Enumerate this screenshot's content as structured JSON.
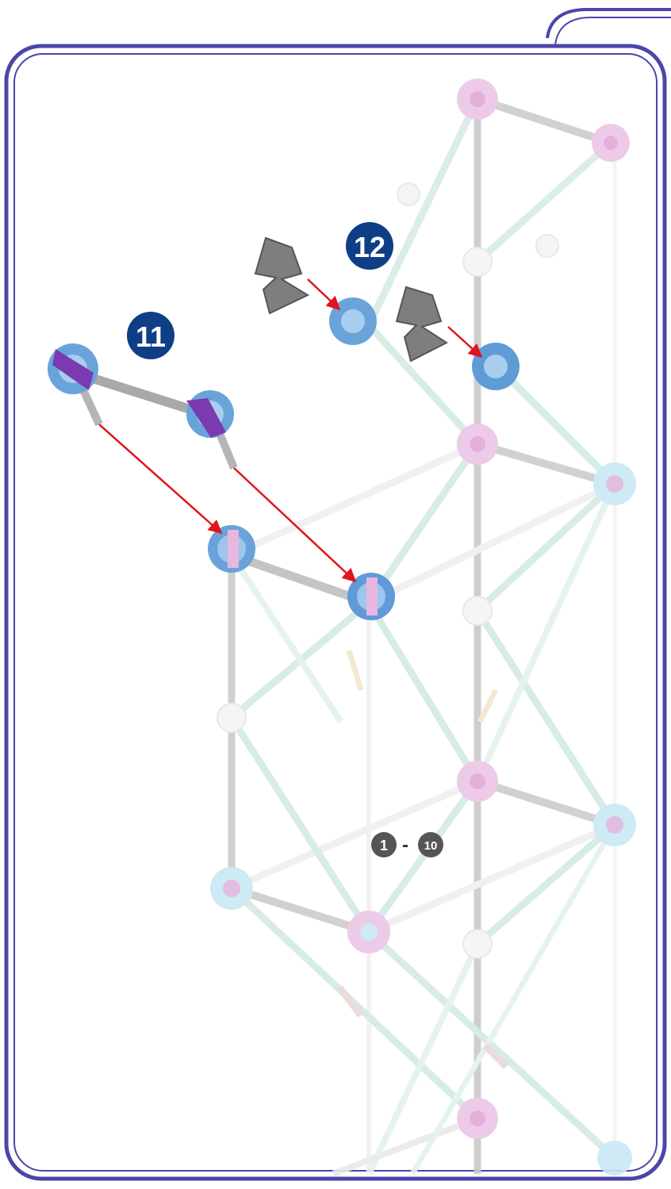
{
  "page": {
    "frame_color": "#4b46a8",
    "background": "#ffffff"
  },
  "steps": {
    "step_11": "11",
    "step_12": "12",
    "range_start": "1",
    "range_end": "10",
    "range_separator": "-",
    "step_badge_color": "#0e3f86",
    "range_badge_color": "#555555"
  },
  "colors": {
    "arrow": "#e0141b",
    "rod_gray": "#bdbdbd",
    "rod_green_faint": "#cfe9e0",
    "rod_white_faint": "#eeeeee",
    "connector_pink_faint": "#e6b8e0",
    "connector_blue_faint": "#b9e2f0",
    "connector_blue": "#5f9bd6",
    "clip_purple": "#7b3ab0",
    "bracket_gray": "#7e7e7e"
  },
  "icons": [
    "hub-connector-icon",
    "rod-icon",
    "bracket-clip-icon",
    "red-arrow-icon"
  ]
}
